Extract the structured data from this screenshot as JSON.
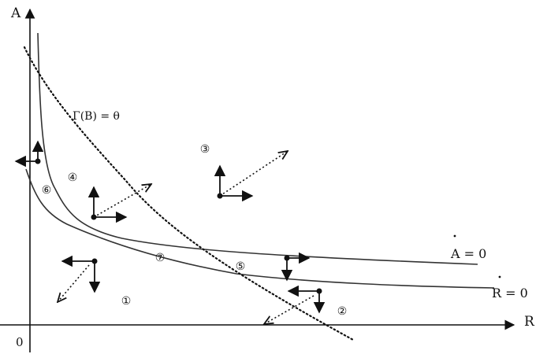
{
  "axes": {
    "y_label": "A",
    "x_label": "R",
    "origin_label": "0"
  },
  "curves": {
    "gamma_label": "Γ(B) = θ",
    "a_dot_label": "A = 0",
    "r_dot_label": "R = 0"
  },
  "regions": [
    "①",
    "②",
    "③",
    "④",
    "⑤",
    "⑥",
    "⑦"
  ],
  "colors": {
    "ink": "#111111",
    "curve": "#333333",
    "background": "#ffffff"
  }
}
